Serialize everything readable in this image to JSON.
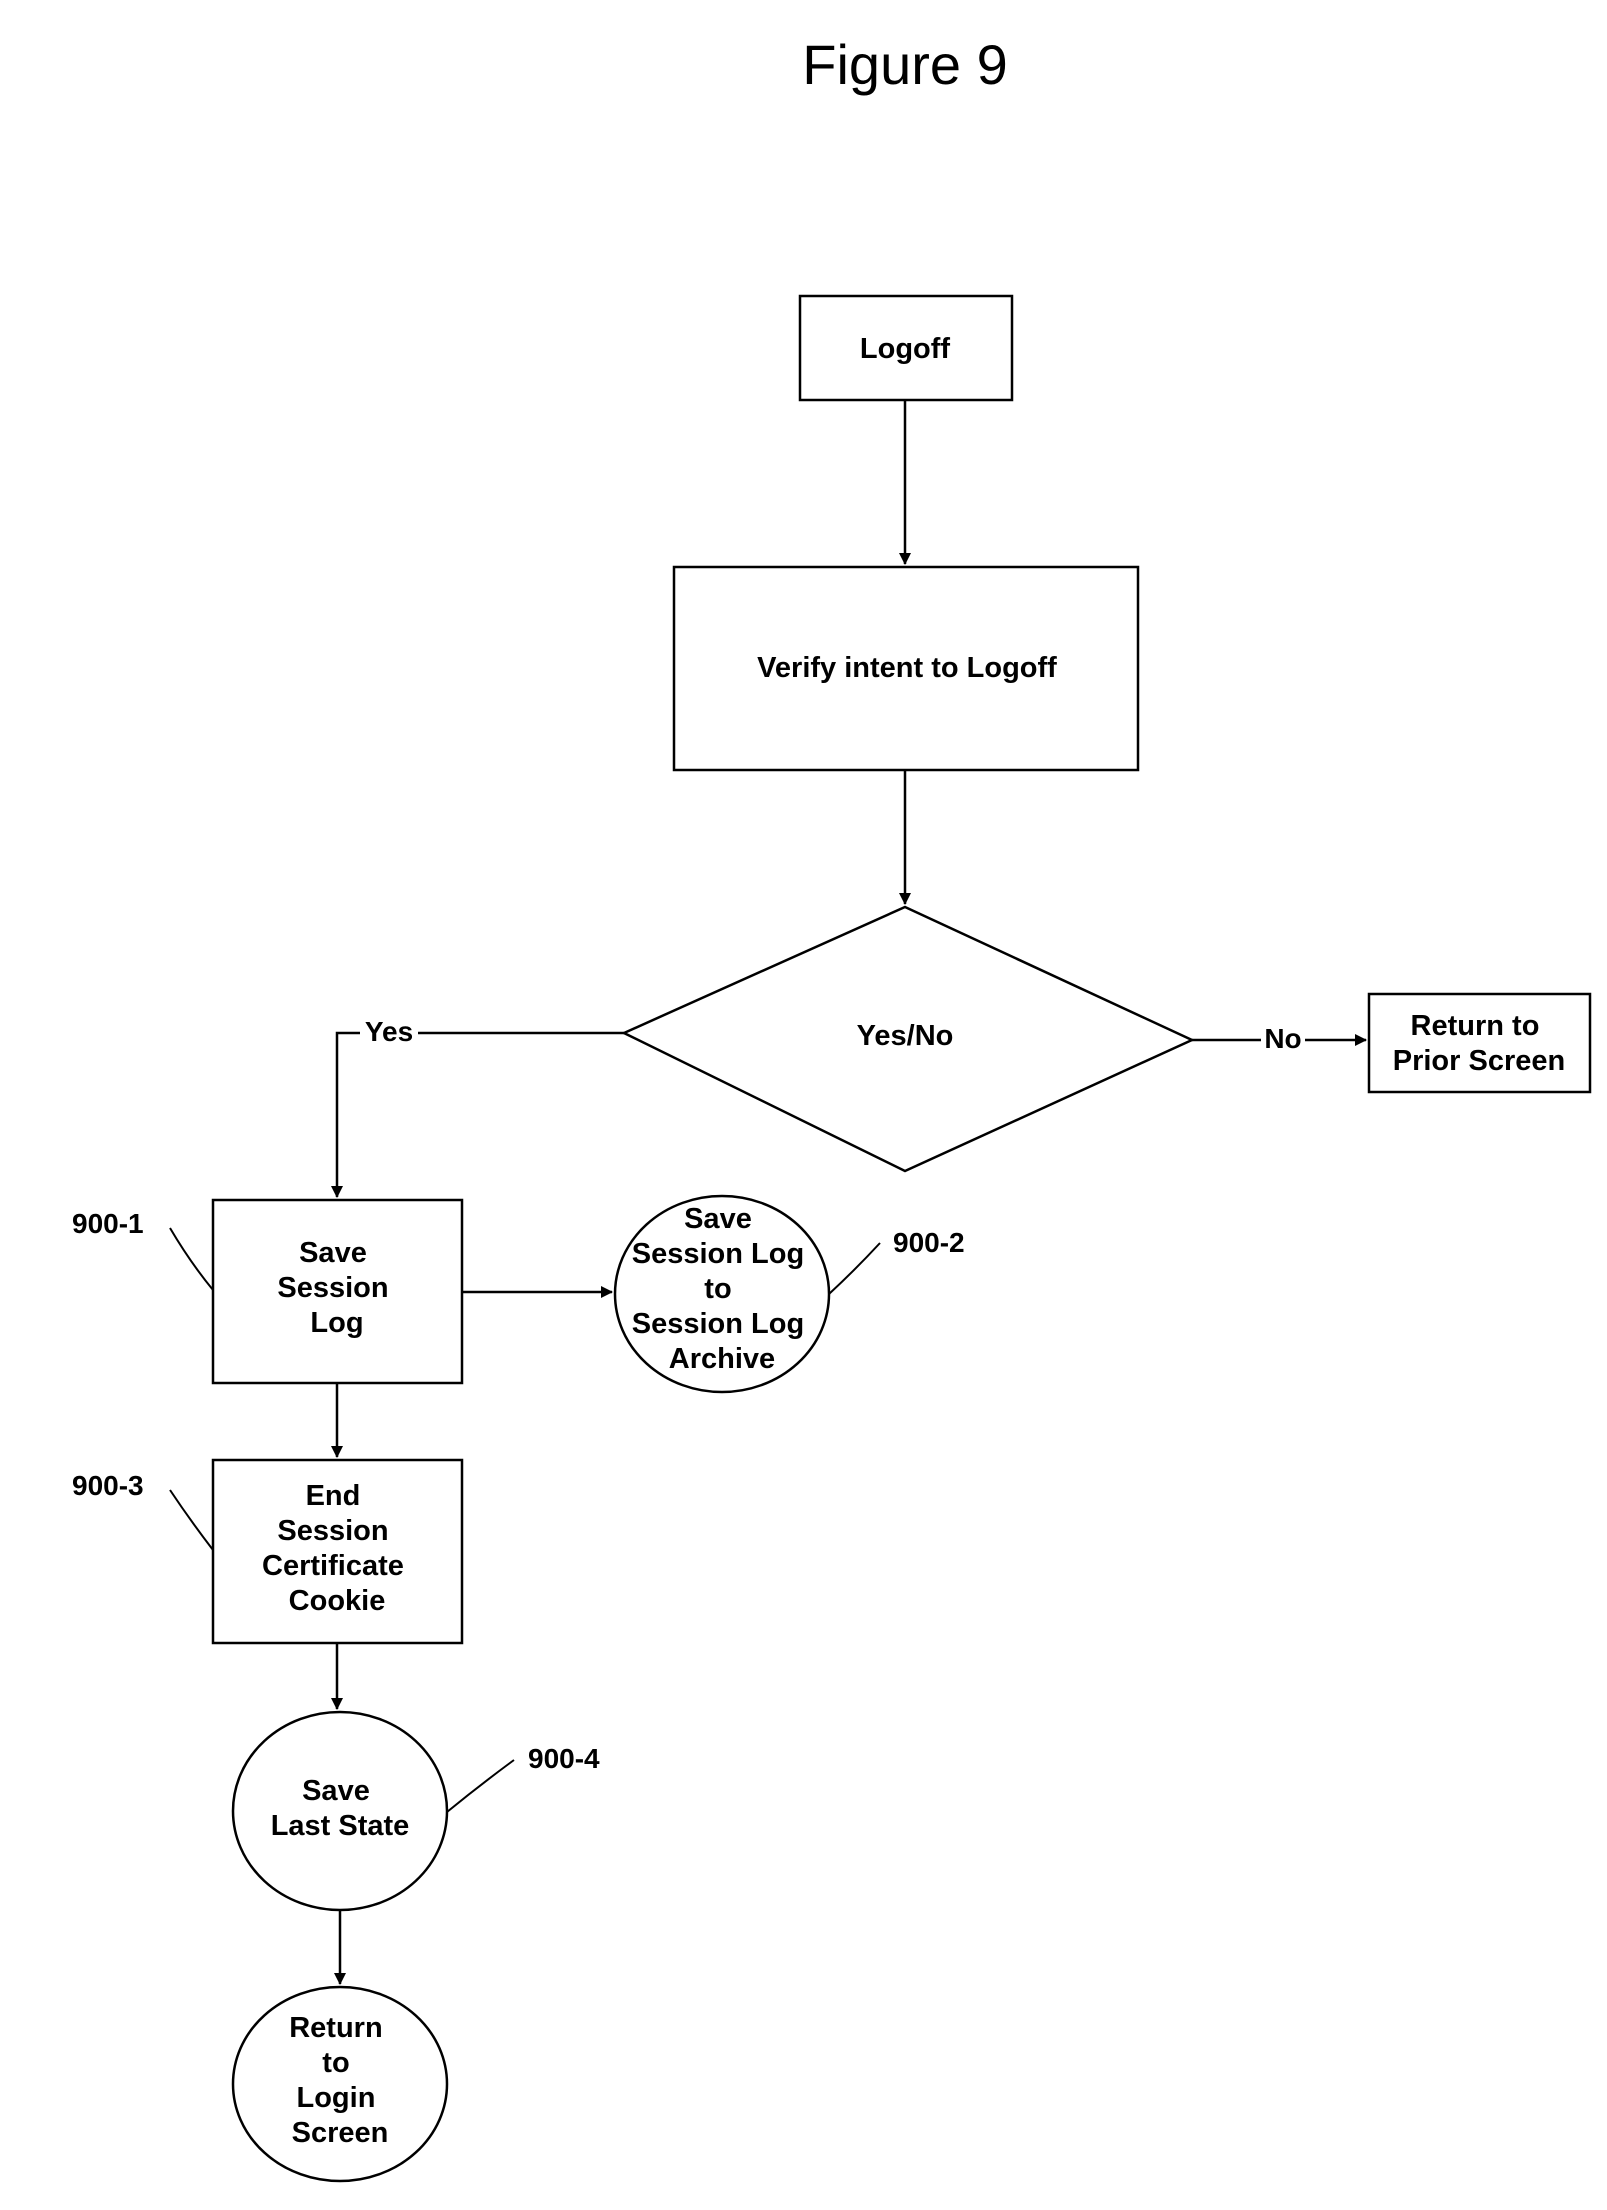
{
  "figure_title": "Figure 9",
  "nodes": {
    "logoff": {
      "shape": "rectangle",
      "lines": [
        "Logoff"
      ]
    },
    "verify": {
      "shape": "rectangle",
      "lines": [
        "Verify intent to Logoff"
      ]
    },
    "decision": {
      "shape": "diamond",
      "lines": [
        "Yes/No"
      ]
    },
    "prior_screen": {
      "shape": "rectangle",
      "lines": [
        "Return to",
        "Prior Screen"
      ]
    },
    "save_session_log": {
      "shape": "rectangle",
      "lines": [
        "Save",
        "Session",
        "Log"
      ]
    },
    "archive": {
      "shape": "circle",
      "lines": [
        "Save",
        "Session Log",
        "to",
        "Session Log",
        "Archive"
      ]
    },
    "end_session": {
      "shape": "rectangle",
      "lines": [
        "End",
        "Session",
        "Certificate",
        "Cookie"
      ]
    },
    "save_state": {
      "shape": "circle",
      "lines": [
        "Save",
        "Last State"
      ]
    },
    "login_screen": {
      "shape": "circle",
      "lines": [
        "Return",
        "to",
        "Login",
        "Screen"
      ]
    }
  },
  "edge_labels": {
    "yes": "Yes",
    "no": "No"
  },
  "reference_labels": {
    "ref_900_1": "900-1",
    "ref_900_2": "900-2",
    "ref_900_3": "900-3",
    "ref_900_4": "900-4"
  },
  "edges": [
    {
      "from": "logoff",
      "to": "verify"
    },
    {
      "from": "verify",
      "to": "decision"
    },
    {
      "from": "decision",
      "to": "save_session_log",
      "label": "Yes"
    },
    {
      "from": "decision",
      "to": "prior_screen",
      "label": "No"
    },
    {
      "from": "save_session_log",
      "to": "archive"
    },
    {
      "from": "save_session_log",
      "to": "end_session"
    },
    {
      "from": "end_session",
      "to": "save_state"
    },
    {
      "from": "save_state",
      "to": "login_screen"
    }
  ]
}
